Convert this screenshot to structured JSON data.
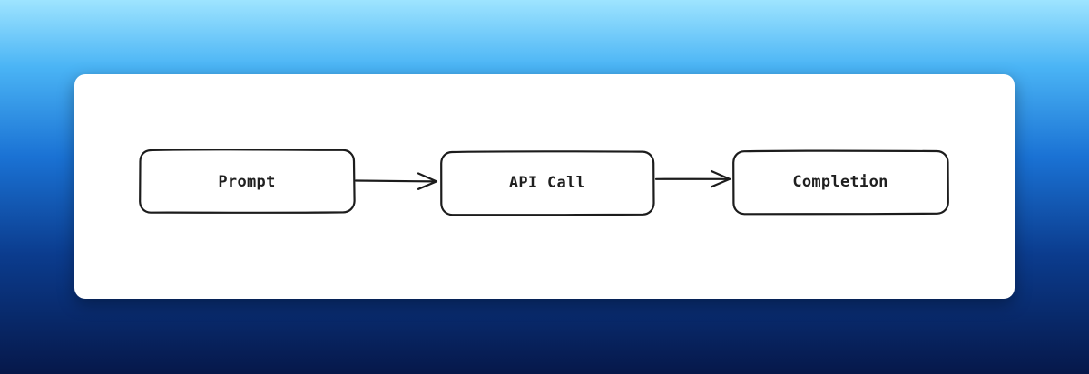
{
  "diagram": {
    "nodes": [
      {
        "id": "prompt",
        "label": "Prompt"
      },
      {
        "id": "api-call",
        "label": "API Call"
      },
      {
        "id": "completion",
        "label": "Completion"
      }
    ],
    "edges": [
      {
        "from": "prompt",
        "to": "api-call"
      },
      {
        "from": "api-call",
        "to": "completion"
      }
    ],
    "colors": {
      "stroke": "#1c1c1c",
      "card": "#ffffff"
    }
  }
}
